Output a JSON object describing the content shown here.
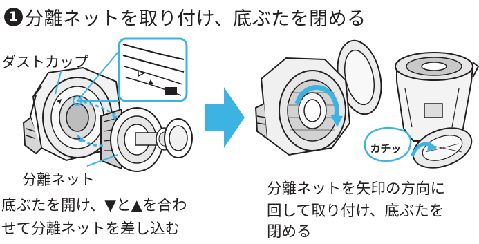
{
  "step": {
    "number": "1",
    "title": "分離ネットを取り付け、底ぶたを閉める"
  },
  "labels": {
    "dust_cup": "ダストカップ",
    "separation_net": "分離ネット",
    "click_sound": "カチッ"
  },
  "captions": {
    "left_line1": "底ぶたを開け、▼と▲を合わ",
    "left_line2": "せて分離ネットを差し込む",
    "right_line1": "分離ネットを矢印の方向に",
    "right_line2": "回して取り付け、底ぶたを",
    "right_line3": "閉める"
  },
  "colors": {
    "accent": "#3db3e3",
    "text": "#231f20"
  }
}
